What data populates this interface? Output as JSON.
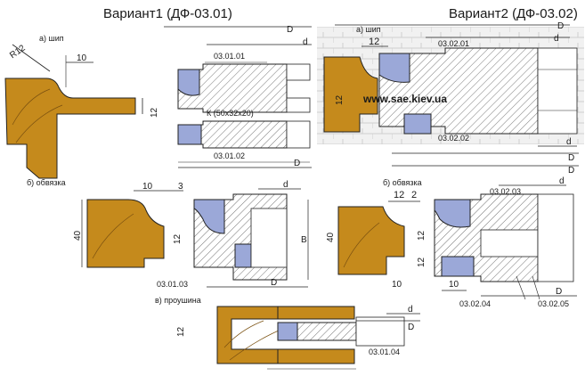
{
  "titles": {
    "variant1": "Вариант1 (ДФ-03.01)",
    "variant2": "Вариант2 (ДФ-03.02)"
  },
  "captions": {
    "tenon_v1": "а) шип",
    "tenon_v2": "а) шип",
    "frame_v1": "б) обвязка",
    "frame_v2": "б) обвязка",
    "eye": "в) проушина"
  },
  "part_codes": {
    "c_03_01_01": "03.01.01",
    "c_03_01_02": "03.01.02",
    "c_03_01_03": "03.01.03",
    "c_03_01_04": "03.01.04",
    "c_03_02_01": "03.02.01",
    "c_03_02_02": "03.02.02",
    "c_03_02_03": "03.02.03",
    "c_03_02_04": "03.02.04",
    "c_03_02_05": "03.02.05"
  },
  "kit_label": "К (50х32х20)",
  "website": "www.sae.kiev.ua",
  "dims": {
    "R12": "R12",
    "d10": "10",
    "d12": "12",
    "d40": "40",
    "d3": "3",
    "d2": "2",
    "D": "D",
    "dsmall": "d",
    "B": "B"
  },
  "colors": {
    "wood": "#c58a1c",
    "steel": "#9ba8d8",
    "hatch": "#8a8a8a",
    "brick": "#e8e8e8",
    "line": "#222222"
  }
}
